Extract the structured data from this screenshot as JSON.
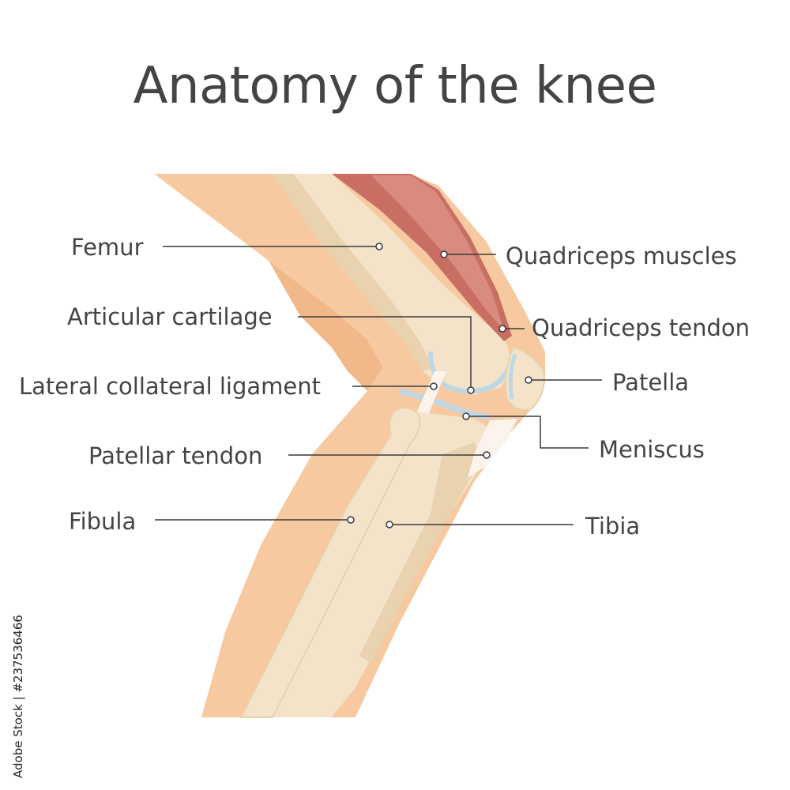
{
  "title": "Anatomy of the knee",
  "labels": {
    "femur": "Femur",
    "quadriceps_muscles": "Quadriceps muscles",
    "articular_cartilage": "Articular cartilage",
    "quadriceps_tendon": "Quadriceps tendon",
    "lateral_collateral_ligament": "Lateral collateral ligament",
    "patella": "Patella",
    "meniscus": "Meniscus",
    "patellar_tendon": "Patellar tendon",
    "fibula": "Fibula",
    "tibia": "Tibia"
  },
  "stock_id": "Adobe Stock | #237536466",
  "colors": {
    "skin": "#F7C9A0",
    "skin_shade": "#F1B88A",
    "bone": "#F4E3C9",
    "bone_shade": "#E8D2B0",
    "muscle": "#C96E63",
    "muscle_light": "#D98B80",
    "cartilage": "#BFD6E3",
    "ligament": "#FBF3EC",
    "text": "#444444"
  }
}
